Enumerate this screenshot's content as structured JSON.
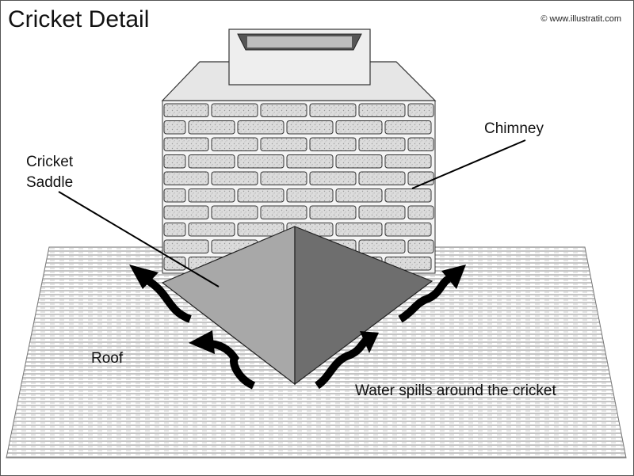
{
  "title": "Cricket Detail",
  "copyright": "© www.illustratit.com",
  "labels": {
    "chimney": "Chimney",
    "cricket_line1": "Cricket",
    "cricket_line2": "Saddle",
    "roof": "Roof",
    "water": "Water spills around the cricket"
  },
  "colors": {
    "brick_face": "#d9d9d9",
    "brick_outline": "#333333",
    "mortar": "#ffffff",
    "cap": "#e6e6e6",
    "cricket_light": "#a8a8a8",
    "cricket_dark": "#6e6e6e",
    "roof_bg": "#ffffff",
    "roof_stripe": "#9a9a9a",
    "arrow": "#000000"
  }
}
